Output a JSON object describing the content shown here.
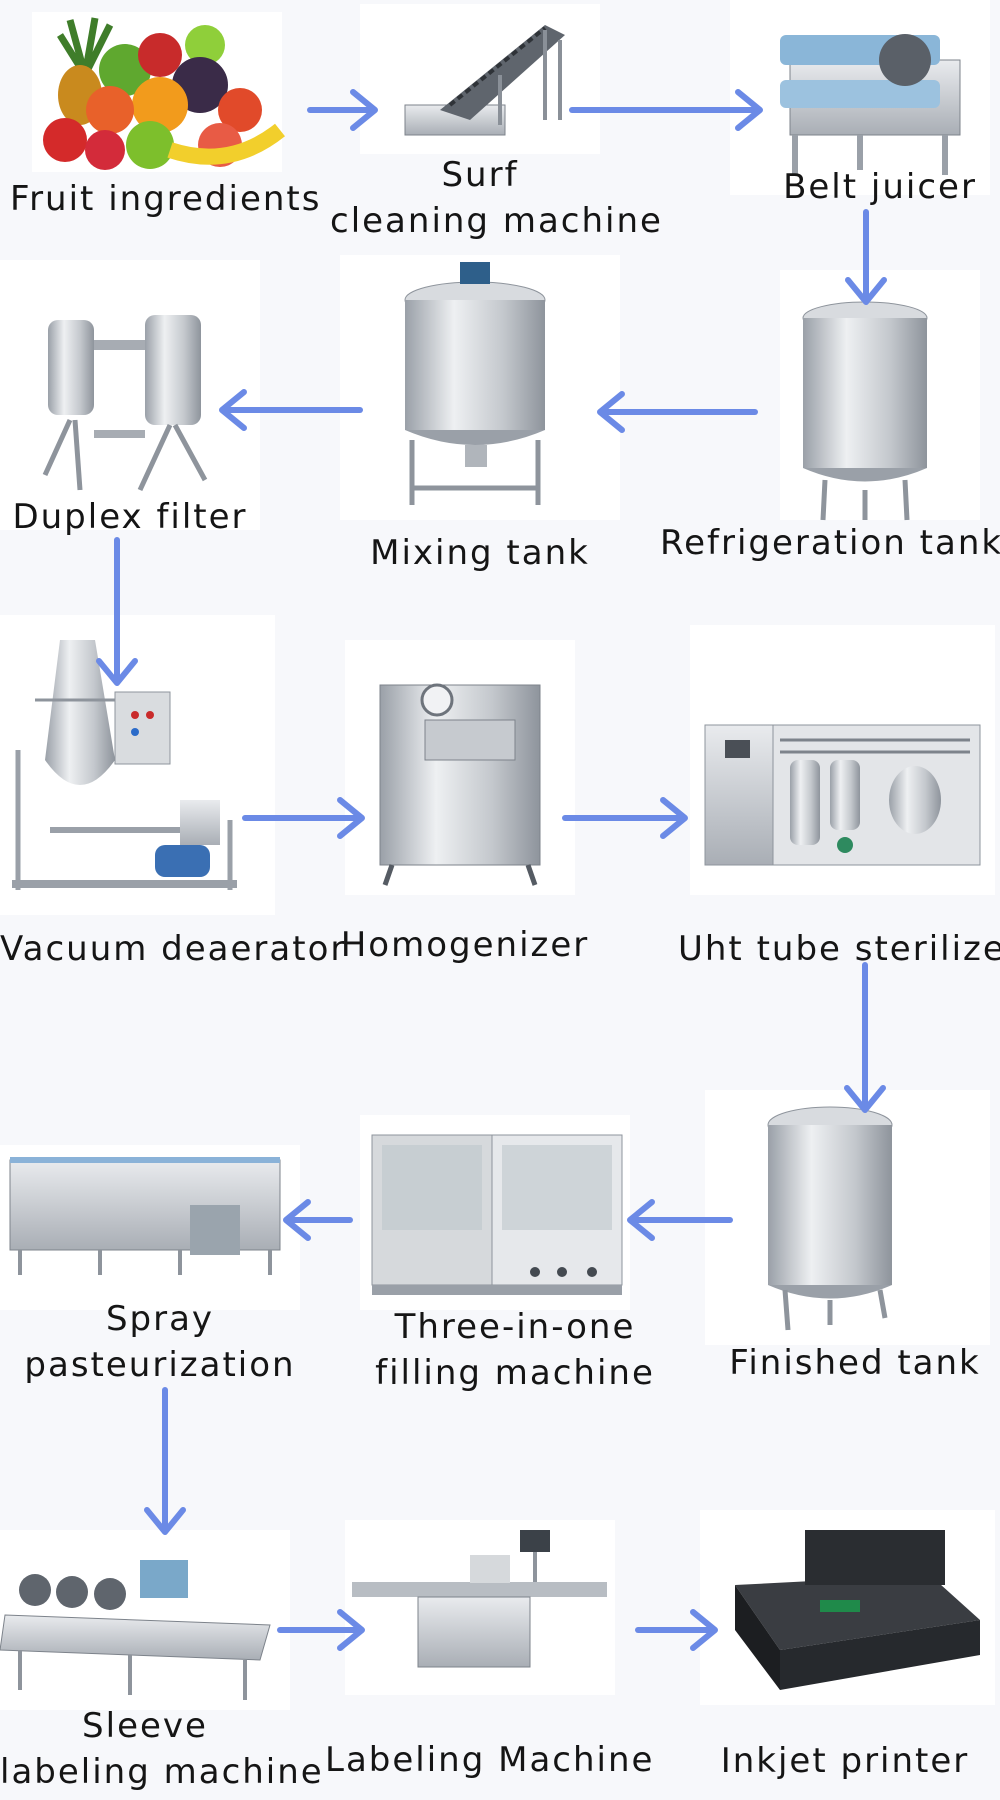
{
  "colors": {
    "arrow": "#6b8ae6",
    "steel": "#c9ccd1",
    "background": "#f7f8fb"
  },
  "steps": [
    {
      "id": "fruit",
      "label_lines": [
        "Fruit ingredients"
      ],
      "icon": "fruit-basket-icon"
    },
    {
      "id": "surf",
      "label_lines": [
        "Surf",
        "cleaning machine"
      ],
      "icon": "conveyor-washer-icon"
    },
    {
      "id": "belt",
      "label_lines": [
        "Belt juicer"
      ],
      "icon": "belt-press-icon"
    },
    {
      "id": "refrig",
      "label_lines": [
        "Refrigeration tank"
      ],
      "icon": "tank-icon"
    },
    {
      "id": "mixing",
      "label_lines": [
        "Mixing tank"
      ],
      "icon": "mixing-tank-icon"
    },
    {
      "id": "duplex",
      "label_lines": [
        "Duplex filter"
      ],
      "icon": "duplex-filter-icon"
    },
    {
      "id": "vacuum",
      "label_lines": [
        "Vacuum deaerator"
      ],
      "icon": "deaerator-icon"
    },
    {
      "id": "homog",
      "label_lines": [
        "Homogenizer"
      ],
      "icon": "homogenizer-icon"
    },
    {
      "id": "uht",
      "label_lines": [
        "Uht tube sterilizer"
      ],
      "icon": "sterilizer-icon"
    },
    {
      "id": "finished",
      "label_lines": [
        "Finished tank"
      ],
      "icon": "tank-icon"
    },
    {
      "id": "filling",
      "label_lines": [
        "Three-in-one",
        "filling machine"
      ],
      "icon": "filling-machine-icon"
    },
    {
      "id": "spray",
      "label_lines": [
        "Spray",
        "pasteurization"
      ],
      "icon": "tunnel-pasteurizer-icon"
    },
    {
      "id": "sleeve",
      "label_lines": [
        "Sleeve",
        "labeling machine"
      ],
      "icon": "sleeve-labeler-icon"
    },
    {
      "id": "labeling",
      "label_lines": [
        "Labeling Machine"
      ],
      "icon": "labeling-machine-icon"
    },
    {
      "id": "inkjet",
      "label_lines": [
        "Inkjet printer"
      ],
      "icon": "inkjet-printer-icon"
    }
  ],
  "flow": [
    [
      "fruit",
      "surf"
    ],
    [
      "surf",
      "belt"
    ],
    [
      "belt",
      "refrig"
    ],
    [
      "refrig",
      "mixing"
    ],
    [
      "mixing",
      "duplex"
    ],
    [
      "duplex",
      "vacuum"
    ],
    [
      "vacuum",
      "homog"
    ],
    [
      "homog",
      "uht"
    ],
    [
      "uht",
      "finished"
    ],
    [
      "finished",
      "filling"
    ],
    [
      "filling",
      "spray"
    ],
    [
      "spray",
      "sleeve"
    ],
    [
      "sleeve",
      "labeling"
    ],
    [
      "labeling",
      "inkjet"
    ]
  ]
}
